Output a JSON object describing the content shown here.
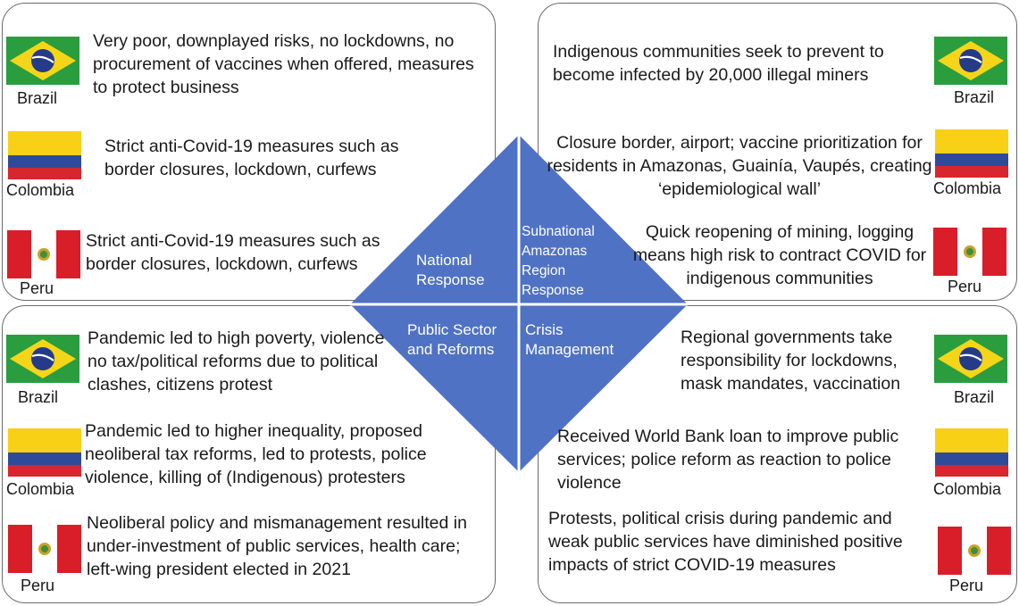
{
  "quadrants": {
    "national": {
      "label": "National Response",
      "entries": [
        {
          "country": "Brazil",
          "text": "Very poor, downplayed risks, no lockdowns, no procurement of vaccines when offered, measures to protect business"
        },
        {
          "country": "Colombia",
          "text": "Strict anti-Covid-19 measures such as border closures, lockdown,  curfews"
        },
        {
          "country": "Peru",
          "text": "Strict anti-Covid-19 measures such as border closures, lockdown,  curfews"
        }
      ]
    },
    "subnational": {
      "label": "Subnational Amazonas Region Response",
      "entries": [
        {
          "country": "Brazil",
          "text": "Indigenous communities seek to prevent to become infected by 20,000 illegal miners"
        },
        {
          "country": "Colombia",
          "text": "Closure border, airport; vaccine prioritization for residents in Amazonas, Guainía, Vaupés, creating ‘epidemiological wall’"
        },
        {
          "country": "Peru",
          "text": "Quick reopening of mining, logging means high risk to contract COVID for indigenous communities"
        }
      ]
    },
    "public_sector": {
      "label": "Public Sector and Reforms",
      "entries": [
        {
          "country": "Brazil",
          "text": "Pandemic led to high poverty, violence no tax/political reforms due to political clashes, citizens protest"
        },
        {
          "country": "Colombia",
          "text": "Pandemic led to higher inequality, proposed neoliberal tax reforms, led to protests, police violence, killing of (Indigenous) protesters"
        },
        {
          "country": "Peru",
          "text": "Neoliberal policy and mismanagement resulted in under-investment of public services, health care; left-wing president elected in 2021"
        }
      ]
    },
    "crisis": {
      "label": "Crisis Management",
      "entries": [
        {
          "country": "Brazil",
          "text": "Regional governments take responsibility for lockdowns, mask mandates, vaccination"
        },
        {
          "country": "Colombia",
          "text": "Received World Bank loan to improve public services; police reform as reaction to police violence"
        },
        {
          "country": "Peru",
          "text": "Protests, political crisis during pandemic and weak public services have diminished positive impacts of strict COVID-19 measures"
        }
      ]
    }
  },
  "colors": {
    "diamond": "#4f72c4",
    "brazil_green": "#2a9d3e",
    "brazil_yellow": "#f5d518",
    "brazil_blue": "#263a8a",
    "colombia_yellow": "#f8d116",
    "colombia_blue": "#2e4b9b",
    "colombia_red": "#d8262e",
    "peru_red": "#d91e2a"
  },
  "icons": {
    "brazil": "brazil-flag-icon",
    "colombia": "colombia-flag-icon",
    "peru": "peru-flag-icon"
  }
}
